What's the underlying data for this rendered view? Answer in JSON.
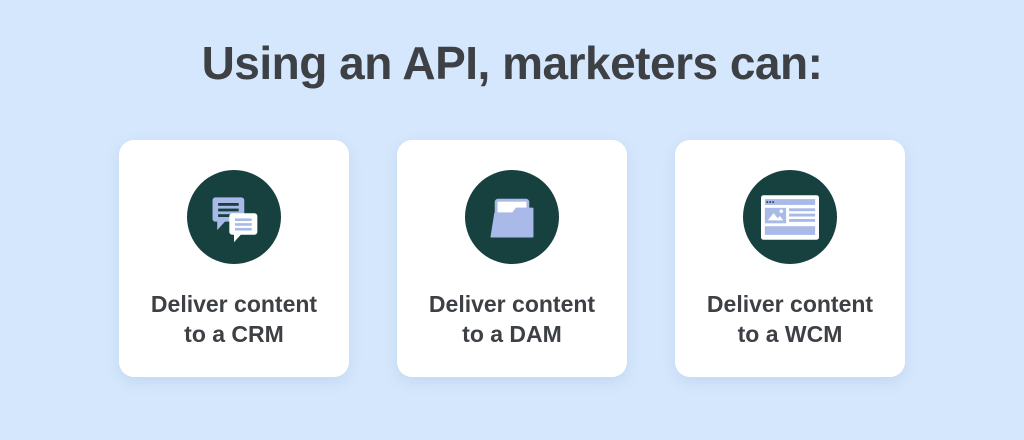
{
  "title": "Using an API, marketers can:",
  "colors": {
    "background": "#d5e7fc",
    "card": "#ffffff",
    "circle": "#17413f",
    "accent": "#a9b9e8",
    "text": "#3d4044"
  },
  "cards": [
    {
      "icon": "chat-bubbles-icon",
      "label_line1": "Deliver content",
      "label_line2": "to a CRM"
    },
    {
      "icon": "open-folder-icon",
      "label_line1": "Deliver content",
      "label_line2": "to a DAM"
    },
    {
      "icon": "webpage-window-icon",
      "label_line1": "Deliver content",
      "label_line2": "to a WCM"
    }
  ]
}
